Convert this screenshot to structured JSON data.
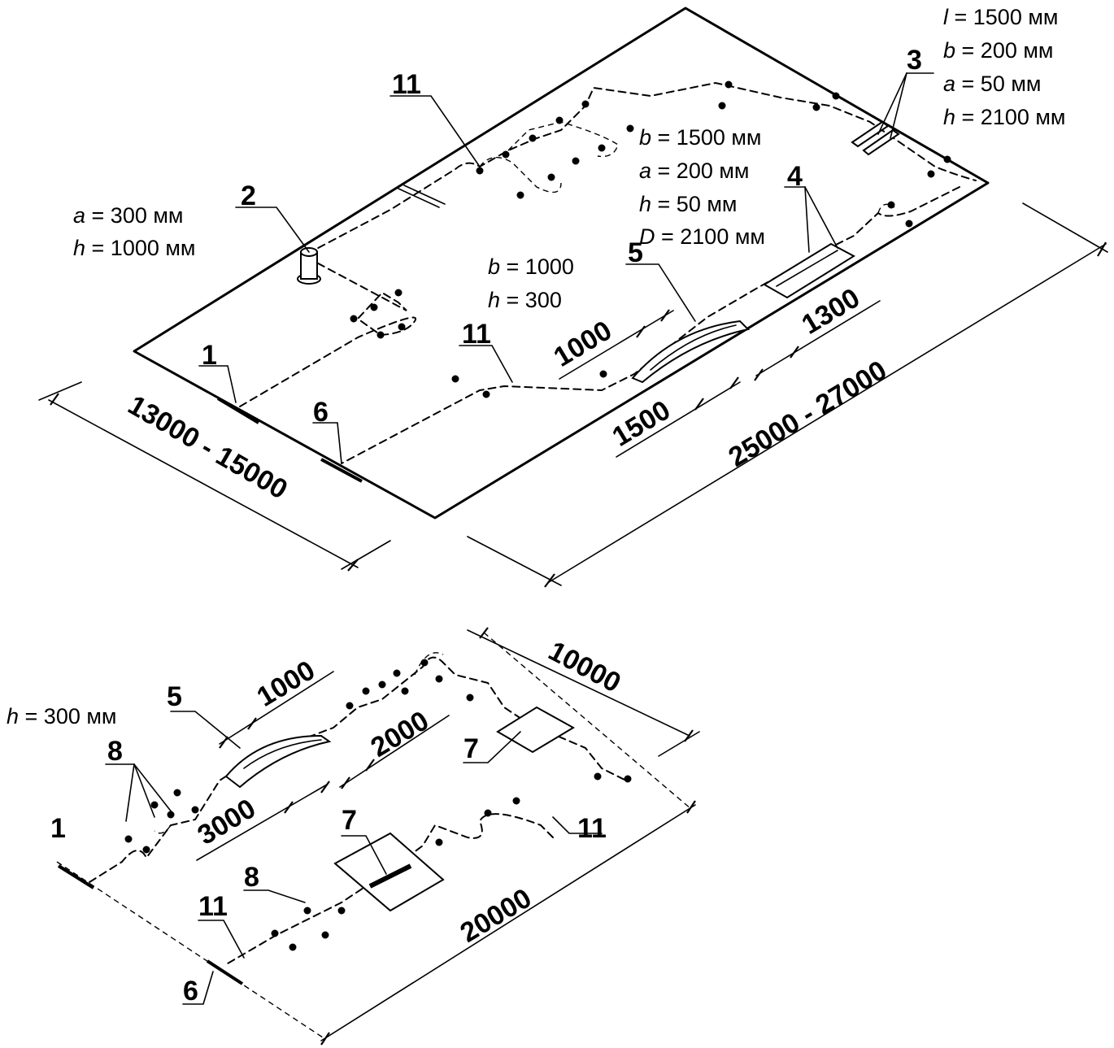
{
  "diagram1": {
    "labels": {
      "l1": "1",
      "l2": "2",
      "l3": "3",
      "l4": "4",
      "l5": "5",
      "l6": "6",
      "l11a": "11",
      "l11b": "11"
    },
    "params_3": [
      {
        "var": "l",
        "rest": " = 1500 мм"
      },
      {
        "var": "b",
        "rest": " = 200 мм"
      },
      {
        "var": "a",
        "rest": " = 50 мм"
      },
      {
        "var": "h",
        "rest": " = 2100 мм"
      }
    ],
    "params_4": [
      {
        "var": "b",
        "rest": " = 1500 мм"
      },
      {
        "var": "a",
        "rest": " = 200 мм"
      },
      {
        "var": "h",
        "rest": " = 50 мм"
      },
      {
        "var": "D",
        "rest": " = 2100 мм"
      }
    ],
    "params_2": [
      {
        "var": "a",
        "rest": " = 300 мм"
      },
      {
        "var": "h",
        "rest": " = 1000 мм"
      }
    ],
    "params_5": [
      {
        "var": "b",
        "rest": " = 1000"
      },
      {
        "var": "h",
        "rest": " = 300"
      }
    ],
    "dims": {
      "width": "13000 - 15000",
      "length": "25000 - 27000",
      "d1000": "1000",
      "d1500": "1500",
      "d1300": "1300"
    }
  },
  "diagram2": {
    "labels": {
      "l1": "1",
      "l5": "5",
      "l6": "6",
      "l7a": "7",
      "l7b": "7",
      "l8a": "8",
      "l8b": "8",
      "l11a": "11",
      "l11b": "11"
    },
    "param_h": {
      "var": "h",
      "rest": " = 300 мм"
    },
    "dims": {
      "d1000": "1000",
      "d2000": "2000",
      "d3000": "3000",
      "d10000": "10000",
      "d20000": "20000"
    }
  }
}
